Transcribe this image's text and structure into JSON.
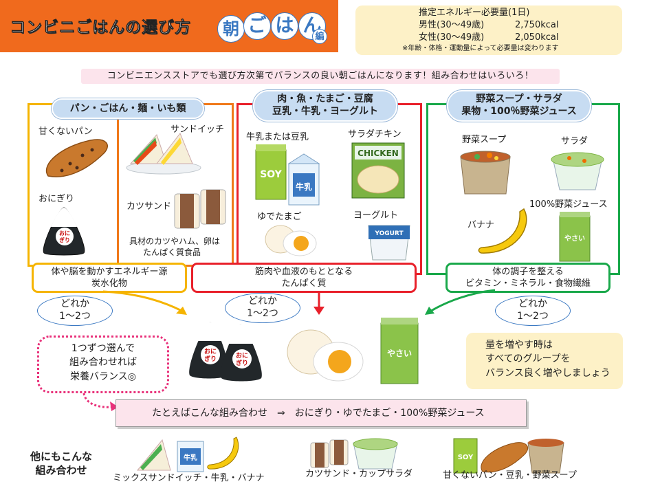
{
  "header": {
    "title": "コンビニごはんの選び方",
    "badge_asa": "朝",
    "badge_go": "ご",
    "badge_ha": "は",
    "badge_n": "ん",
    "badge_hen": "編"
  },
  "energy": {
    "heading": "推定エネルギー必要量(1日)",
    "male_label": "男性(30～49歳)",
    "male_value": "2,750kcal",
    "female_label": "女性(30～49歳)",
    "female_value": "2,050kcal",
    "note": "※年齢・体格・運動量によって必要量は変わります"
  },
  "intro": "コンビニエンスストアでも選び方次第でバランスの良い朝ごはんになります！組み合わせはいろいろ！",
  "groups": [
    {
      "title_1": "パン・ごはん・麺・いも類"
    },
    {
      "title_1": "肉・魚・たまご・豆腐",
      "title_2": "豆乳・牛乳・ヨーグルト"
    },
    {
      "title_1": "野菜スープ・サラダ",
      "title_2": "果物・100％野菜ジュース"
    }
  ],
  "items": {
    "bread": "甘くないパン",
    "onigiri": "おにぎり",
    "sandwich": "サンドイッチ",
    "katsusand": "カツサンド",
    "sandwich_note_1": "具材のカツやハム、卵は",
    "sandwich_note_2": "たんぱく質食品",
    "milk": "牛乳または豆乳",
    "chicken": "サラダチキン",
    "egg": "ゆでたまご",
    "yogurt": "ヨーグルト",
    "soup": "野菜スープ",
    "salad": "サラダ",
    "juice": "100%野菜ジュース",
    "banana": "バナナ"
  },
  "package_labels": {
    "soy": "SOY",
    "chicken": "CHICKEN",
    "yogurt": "YOGURT",
    "milk": "牛乳",
    "yasai": "やさい",
    "onigiri_1": "おに",
    "onigiri_2": "ぎり"
  },
  "roles": [
    {
      "line_1": "体や脳を動かすエネルギー源",
      "line_2": "炭水化物"
    },
    {
      "line_1": "筋肉や血液のもととなる",
      "line_2": "たんぱく質"
    },
    {
      "line_1": "体の調子を整える",
      "line_2": "ビタミン・ミネラル・食物繊維"
    }
  ],
  "choose": {
    "line_1": "どれか",
    "line_2": "1～2つ"
  },
  "tip": {
    "line_1": "1つずつ選んで",
    "line_2": "組み合わせれば",
    "line_3": "栄養バランス◎"
  },
  "more": {
    "line_1": "量を増やす時は",
    "line_2": "すべてのグループを",
    "line_3": "バランス良く増やしましょう"
  },
  "example": "たとえばこんな組み合わせ　⇒　おにぎり・ゆでたまご・100%野菜ジュース",
  "other": {
    "label_1": "他にもこんな",
    "label_2": "組み合わせ",
    "combo_1": "ミックスサンドイッチ・牛乳・バナナ",
    "combo_2": "カツサンド・カップサラダ",
    "combo_3": "甘くないパン・豆乳・野菜スープ"
  },
  "colors": {
    "orange": "#f06a1d",
    "yellow": "#f5b400",
    "red": "#e8202a",
    "green": "#19a84a",
    "blue": "#3a78c2",
    "pink": "#e8317a"
  }
}
